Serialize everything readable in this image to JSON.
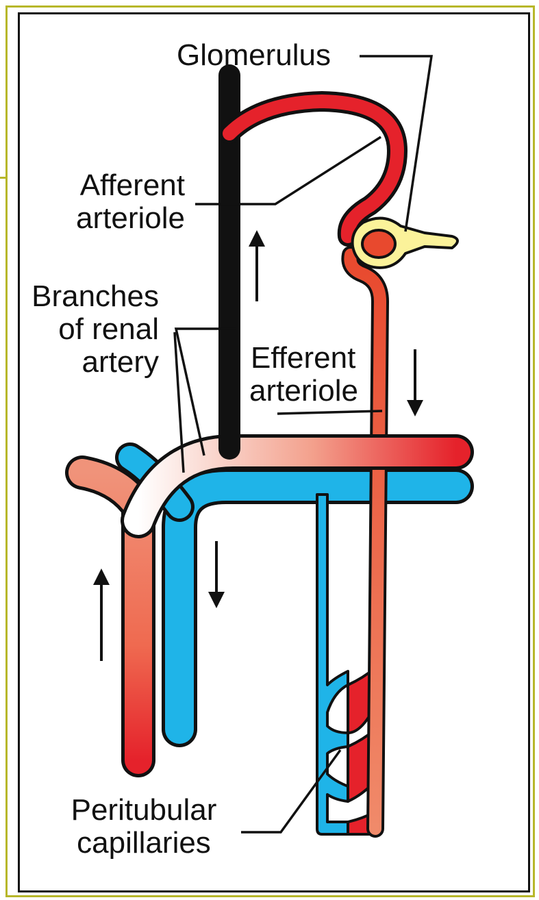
{
  "labels": {
    "glomerulus": "Glomerulus",
    "afferent_line1": "Afferent",
    "afferent_line2": "arteriole",
    "branches_line1": "Branches",
    "branches_line2": "of renal",
    "branches_line3": "artery",
    "efferent_line1": "Efferent",
    "efferent_line2": "arteriole",
    "peritubular_line1": "Peritubular",
    "peritubular_line2": "capillaries"
  },
  "colors": {
    "artery": "#e5222b",
    "artery_light": "#fbe3d9",
    "vein": "#1fb4e8",
    "capsule": "#fbf29a",
    "outline": "#111111",
    "frame": "#b7b72a"
  }
}
